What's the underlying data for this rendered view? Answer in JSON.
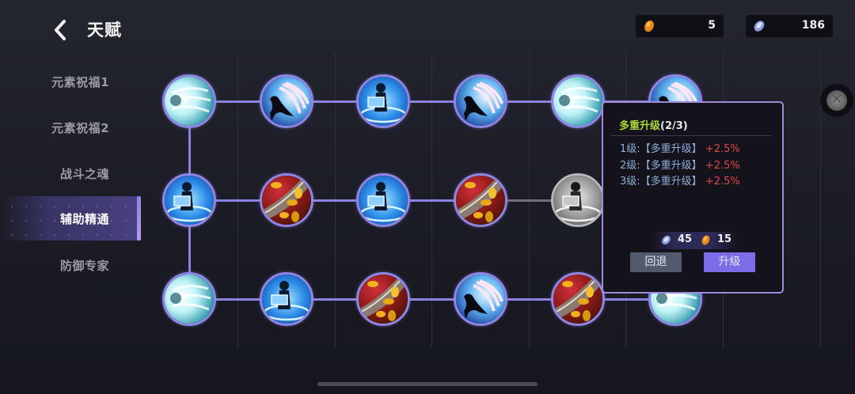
{
  "header": {
    "title": "天赋",
    "back_icon": "chevron-left-icon"
  },
  "currencies": [
    {
      "name": "gold-gem",
      "icon": "orange-gem-icon",
      "value": "5",
      "color": "#e8891e"
    },
    {
      "name": "crystal",
      "icon": "blue-crystal-icon",
      "value": "186",
      "color": "#a9b8f0"
    }
  ],
  "sidebar": {
    "items": [
      {
        "label": "元素祝福1",
        "active": false
      },
      {
        "label": "元素祝福2",
        "active": false
      },
      {
        "label": "战斗之魂",
        "active": false
      },
      {
        "label": "辅助精通",
        "active": true
      },
      {
        "label": "防御专家",
        "active": false
      }
    ]
  },
  "talent_tree": {
    "rows": [
      {
        "nodes": [
          {
            "type": "wing-burst",
            "state": "unlocked"
          },
          {
            "type": "angel-silhouette",
            "state": "unlocked"
          },
          {
            "type": "hologram-figure",
            "state": "unlocked"
          },
          {
            "type": "angel-silhouette",
            "state": "unlocked"
          },
          {
            "type": "wing-burst",
            "state": "unlocked"
          },
          {
            "type": "angel-silhouette",
            "state": "unlocked"
          }
        ]
      },
      {
        "nodes": [
          {
            "type": "hologram-figure",
            "state": "unlocked"
          },
          {
            "type": "gold-coins",
            "state": "unlocked"
          },
          {
            "type": "hologram-figure",
            "state": "unlocked"
          },
          {
            "type": "gold-coins",
            "state": "unlocked"
          },
          {
            "type": "hologram-figure",
            "state": "locked"
          }
        ]
      },
      {
        "nodes": [
          {
            "type": "wing-burst",
            "state": "unlocked"
          },
          {
            "type": "hologram-figure",
            "state": "unlocked"
          },
          {
            "type": "gold-coins",
            "state": "unlocked"
          },
          {
            "type": "angel-silhouette",
            "state": "unlocked"
          },
          {
            "type": "gold-coins",
            "state": "unlocked"
          },
          {
            "type": "wing-burst",
            "state": "unlocked"
          }
        ]
      }
    ],
    "accent_color": "#8f86e6",
    "locked_color": "#b8b8bc"
  },
  "tooltip": {
    "title": "多重升级",
    "progress": "(2/3)",
    "levels": [
      {
        "label": "1级:【多重升级】",
        "bonus": "+2.5%"
      },
      {
        "label": "2级:【多重升级】",
        "bonus": "+2.5%"
      },
      {
        "label": "3级:【多重升级】",
        "bonus": "+2.5%"
      }
    ],
    "cost": {
      "crystal": "45",
      "gold": "15"
    },
    "buttons": {
      "back": "回退",
      "upgrade": "升级"
    }
  },
  "side_toggle_icon": "close-circle-icon"
}
